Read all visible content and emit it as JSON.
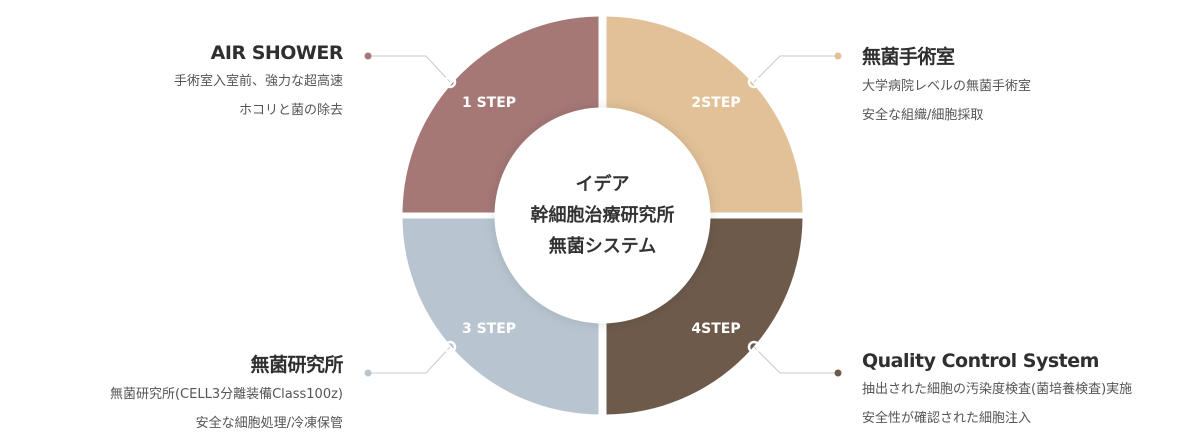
{
  "center": {
    "lines": [
      "イデア",
      "幹細胞治療研究所",
      "無菌システム"
    ]
  },
  "steps": [
    {
      "label": "1 STEP",
      "color": "#a57876",
      "title": "AIR SHOWER",
      "desc": [
        "手術室入室前、強力な超高速",
        "ホコリと菌の除去"
      ]
    },
    {
      "label": "2STEP",
      "color": "#e2c198",
      "title": "無菌手術室",
      "desc": [
        "大学病院レベルの無菌手術室",
        "安全な組織/細胞採取"
      ]
    },
    {
      "label": "3 STEP",
      "color": "#b8c5d0",
      "title": "無菌研究所",
      "desc": [
        "無菌研究所(CELL3分離装備Class100z)",
        "安全な細胞処理/冷凍保管"
      ]
    },
    {
      "label": "4STEP",
      "color": "#6d5a4b",
      "title": "Quality Control System",
      "desc": [
        "抽出された細胞の汚染度検査(菌培養検査)実施",
        "安全性が確認された細胞注入"
      ]
    }
  ],
  "colors": {
    "connector": "#c9c9c9",
    "center_text": "#333333",
    "step_label": "#ffffff"
  }
}
